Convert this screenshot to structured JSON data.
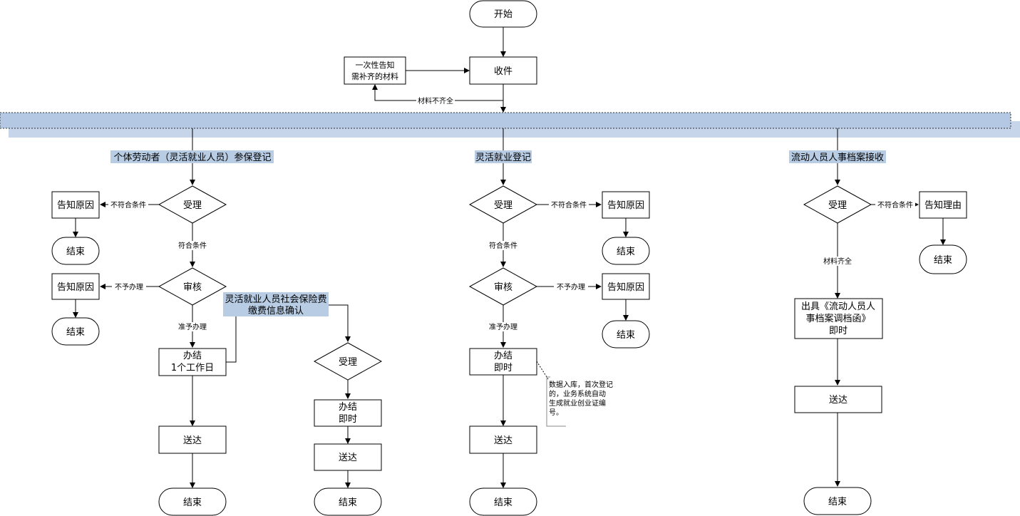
{
  "start": "开始",
  "top": {
    "notice": [
      "一次性告知",
      "需补齐的材料"
    ],
    "receive": "收件",
    "incomplete": "材料不齐全"
  },
  "branches": {
    "left": {
      "title": "个体劳动者（灵活就业人员）参保登记",
      "accept": "受理",
      "reject_cond": "不符合条件",
      "reject_notice": "告知原因",
      "end": "结束",
      "ok_cond": "符合条件",
      "review": "审核",
      "deny": "不予办理",
      "deny_notice": "告知原因",
      "approve": "准予办理",
      "finish": [
        "办结",
        "1个工作日"
      ],
      "deliver": "送达"
    },
    "sub": {
      "title": [
        "灵活就业人员社会保险费",
        "缴费信息确认"
      ],
      "accept": "受理",
      "finish": [
        "办结",
        "即时"
      ],
      "deliver": "送达",
      "end": "结束"
    },
    "mid": {
      "title": "灵活就业登记",
      "accept": "受理",
      "reject_cond": "不符合条件",
      "reject_notice": "告知原因",
      "end": "结束",
      "ok_cond": "符合条件",
      "review": "审核",
      "deny": "不予办理",
      "deny_notice": "告知原因",
      "approve": "准予办理",
      "finish": [
        "办结",
        "即时"
      ],
      "note": [
        "数据入库，首次登记",
        "的，业务系统自动",
        "生成就业创业证编",
        "号。"
      ],
      "deliver": "送达"
    },
    "right": {
      "title": "流动人员人事档案接收",
      "accept": "受理",
      "reject_cond": "不符合条件",
      "reject_notice": "告知理由",
      "end": "结束",
      "complete": "材料齐全",
      "issue": [
        "出具《流动人员人",
        "事档案调档函》",
        "即时"
      ],
      "deliver": "送达"
    }
  }
}
